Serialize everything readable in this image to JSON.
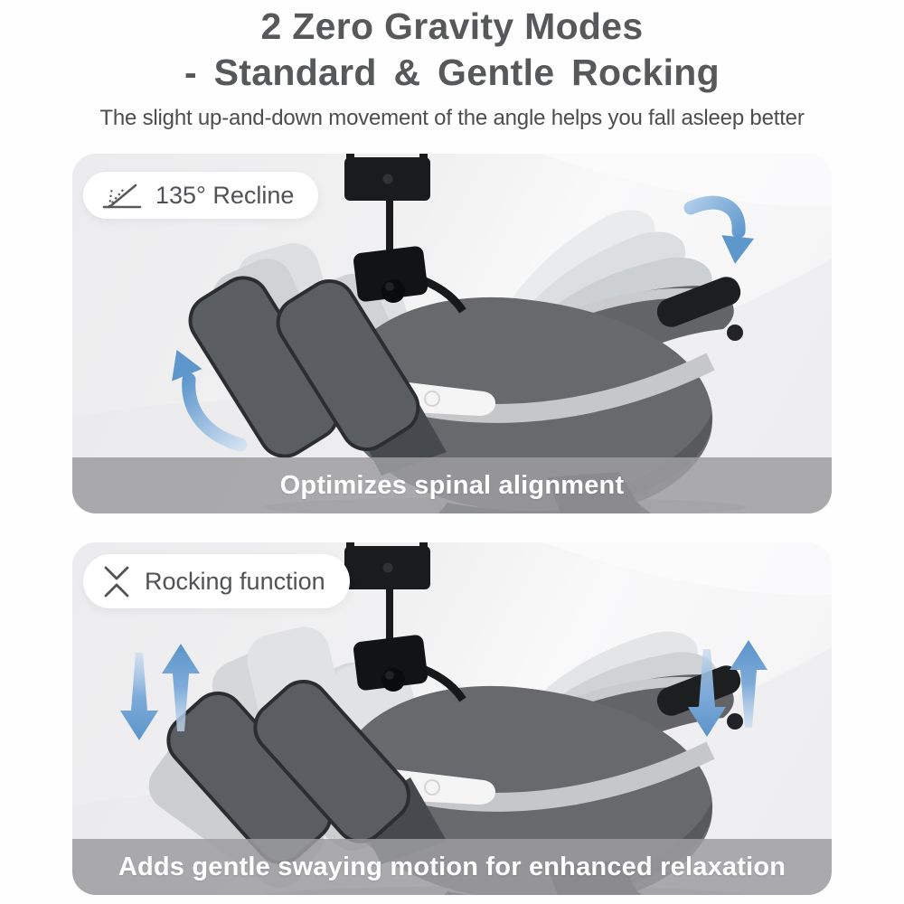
{
  "header": {
    "title_line1": "2 Zero Gravity Modes",
    "title_line2": "- Standard & Gentle Rocking",
    "subtitle": "The slight up-and-down movement of the angle helps you fall asleep better"
  },
  "panels": [
    {
      "id": "standard-zero-gravity",
      "badge": "135° Recline",
      "badge_icon": "recline-angle-icon",
      "caption": "Optimizes spinal alignment",
      "arrow_icons": [
        "curved-arrow-down-right-icon",
        "curved-arrow-up-left-icon"
      ]
    },
    {
      "id": "gentle-rocking",
      "badge": "Rocking function",
      "badge_icon": "rocking-chevrons-icon",
      "caption": "Adds gentle swaying motion for enhanced relaxation",
      "arrow_icons": [
        "up-down-arrows-left-icon",
        "up-down-arrows-right-icon"
      ]
    }
  ],
  "colors": {
    "title_text": "#57585a",
    "subtitle_text": "#4c4d4f",
    "badge_bg": "#ffffff",
    "badge_text": "#515256",
    "caption_bar_bg": "rgba(157,158,160,0.85)",
    "caption_text": "#ffffff",
    "arrow_blue": "#5e97cc",
    "chair_body_gray": "#65676b",
    "chair_footrest_gray": "#5a5d61",
    "chair_trim_silver": "#c6c8ca",
    "ghost_gray": "#d5d7d9",
    "panel_bg": "#f0f0f1"
  }
}
